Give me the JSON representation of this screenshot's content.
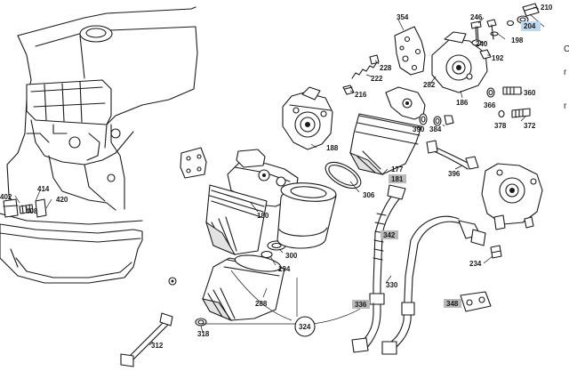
{
  "diagram": {
    "labels": {
      "l210": "210",
      "l204": "204",
      "l246": "246",
      "l240": "240",
      "l198": "198",
      "l192": "192",
      "l354": "354",
      "l228": "228",
      "l222": "222",
      "l216": "216",
      "l282": "282",
      "l186": "186",
      "l366": "366",
      "l360": "360",
      "l378": "378",
      "l372": "372",
      "l390": "390",
      "l384": "384",
      "l188": "188",
      "l177": "177",
      "l181": "181",
      "l396": "396",
      "l402": "402",
      "l414": "414",
      "l408": "408",
      "l420": "420",
      "l180": "180",
      "l306": "306",
      "l342": "342",
      "l300": "300",
      "l294": "294",
      "l234": "234",
      "l330": "330",
      "l288": "288",
      "l336": "336",
      "l348": "348",
      "l324": "324",
      "l318": "318",
      "l312": "312"
    },
    "right_edge_chars": [
      "C",
      "r",
      "r"
    ]
  }
}
